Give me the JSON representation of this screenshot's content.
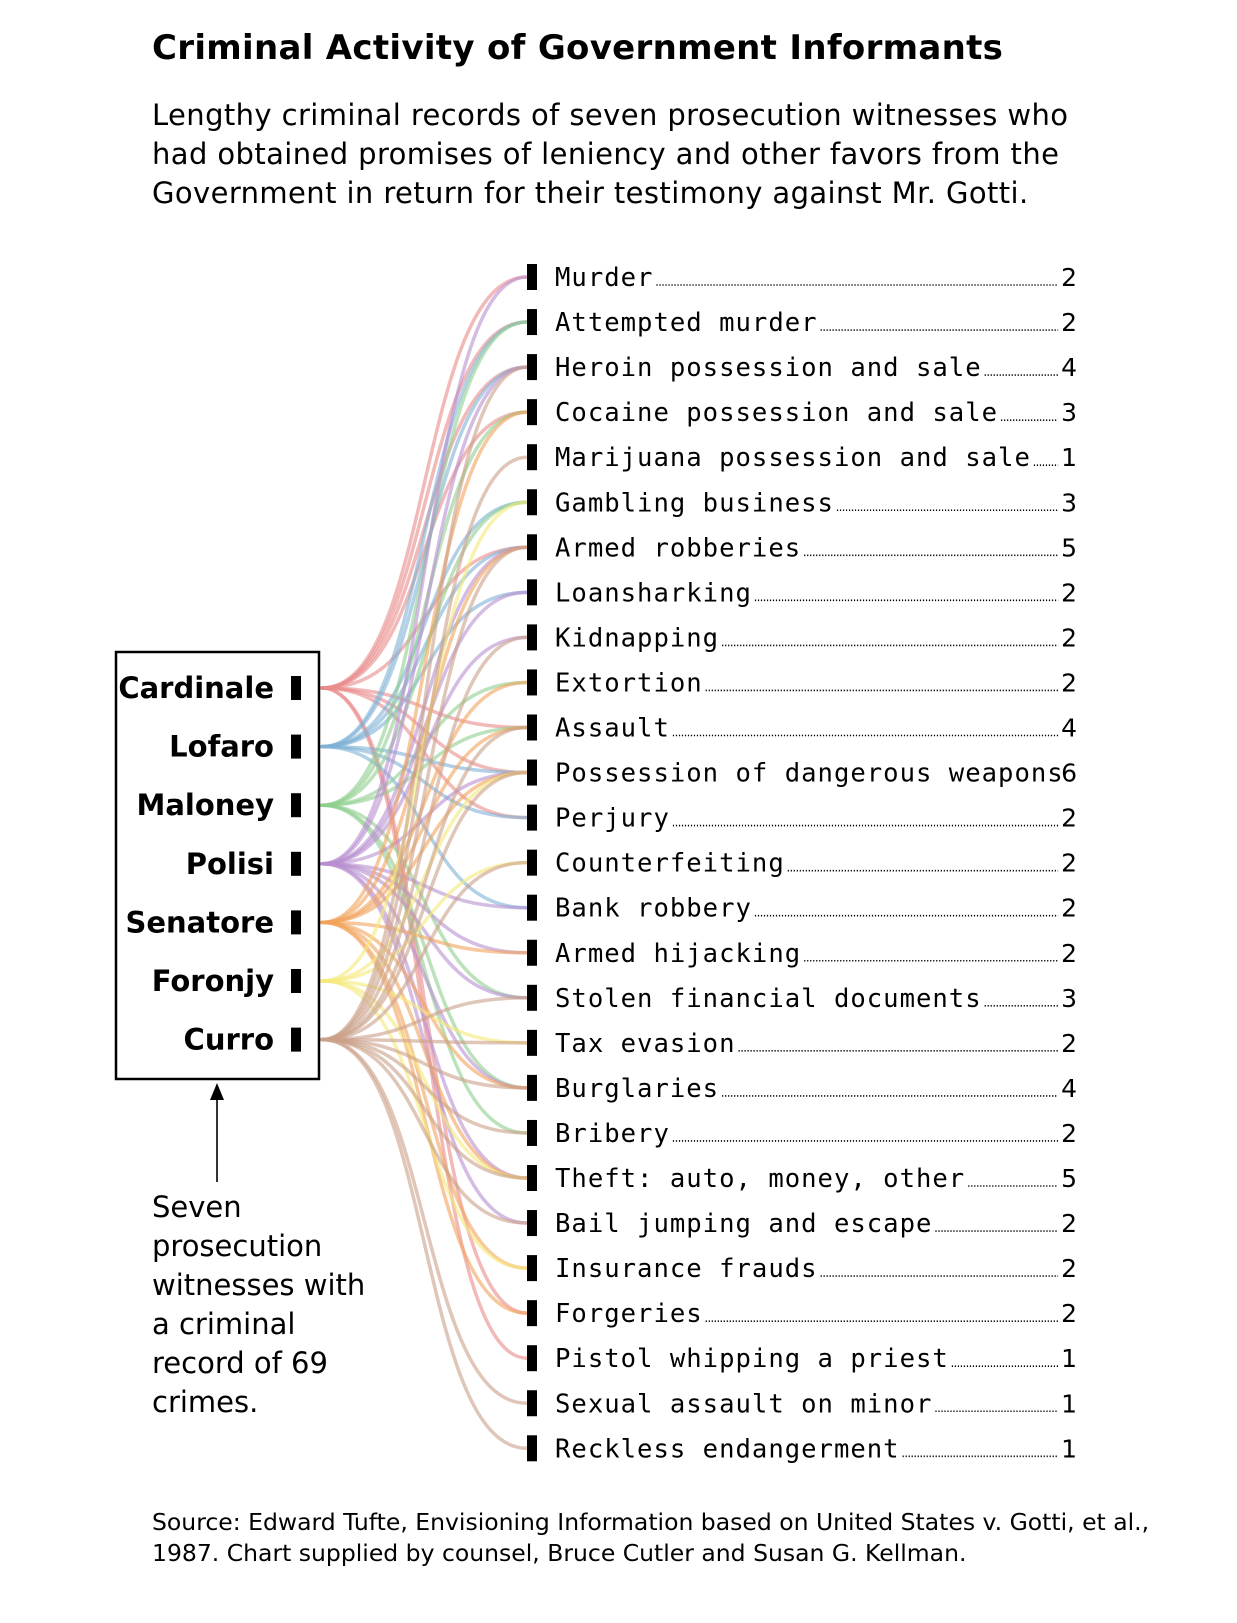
{
  "title": "Criminal Activity of Government Informants",
  "subtitle": "Lengthy criminal records of seven prosecution witnesses who had obtained promises of leniency and other favors from the Government in return for their testimony against Mr. Gotti.",
  "witnesses": [
    {
      "name": "Cardinale",
      "color": "#e98a8a"
    },
    {
      "name": "Lofaro",
      "color": "#7fb0d6"
    },
    {
      "name": "Maloney",
      "color": "#8fcf8f"
    },
    {
      "name": "Polisi",
      "color": "#b88fd0"
    },
    {
      "name": "Senatore",
      "color": "#f1a35c"
    },
    {
      "name": "Foronjy",
      "color": "#f5e97a"
    },
    {
      "name": "Curro",
      "color": "#c9a088"
    }
  ],
  "crimes": [
    {
      "label": "Murder",
      "count": "2"
    },
    {
      "label": "Attempted murder",
      "count": "2"
    },
    {
      "label": "Heroin possession and sale",
      "count": "4"
    },
    {
      "label": "Cocaine possession and sale",
      "count": "3"
    },
    {
      "label": "Marijuana possession and sale",
      "count": "1"
    },
    {
      "label": "Gambling business",
      "count": "3"
    },
    {
      "label": "Armed robberies",
      "count": "5"
    },
    {
      "label": "Loansharking",
      "count": "2"
    },
    {
      "label": "Kidnapping",
      "count": "2"
    },
    {
      "label": "Extortion",
      "count": "2"
    },
    {
      "label": "Assault",
      "count": "4"
    },
    {
      "label": "Possession of dangerous weapons",
      "count": "6"
    },
    {
      "label": "Perjury",
      "count": "2"
    },
    {
      "label": "Counterfeiting",
      "count": "2"
    },
    {
      "label": "Bank robbery",
      "count": "2"
    },
    {
      "label": "Armed hijacking",
      "count": "2"
    },
    {
      "label": "Stolen financial documents",
      "count": "3"
    },
    {
      "label": "Tax evasion",
      "count": "2"
    },
    {
      "label": "Burglaries",
      "count": "4"
    },
    {
      "label": "Bribery",
      "count": "2"
    },
    {
      "label": "Theft: auto, money, other",
      "count": "5"
    },
    {
      "label": "Bail jumping and escape",
      "count": "2"
    },
    {
      "label": "Insurance frauds",
      "count": "2"
    },
    {
      "label": "Forgeries",
      "count": "2"
    },
    {
      "label": "Pistol whipping a priest",
      "count": "1"
    },
    {
      "label": "Sexual assault on minor",
      "count": "1"
    },
    {
      "label": "Reckless endangerment",
      "count": "1"
    }
  ],
  "links": [
    [
      0,
      0
    ],
    [
      0,
      1
    ],
    [
      0,
      2
    ],
    [
      0,
      3
    ],
    [
      0,
      6
    ],
    [
      0,
      10
    ],
    [
      0,
      11
    ],
    [
      0,
      12
    ],
    [
      0,
      23
    ],
    [
      0,
      24
    ],
    [
      1,
      1
    ],
    [
      1,
      2
    ],
    [
      1,
      5
    ],
    [
      1,
      6
    ],
    [
      1,
      7
    ],
    [
      1,
      11
    ],
    [
      1,
      12
    ],
    [
      1,
      14
    ],
    [
      2,
      1
    ],
    [
      2,
      3
    ],
    [
      2,
      5
    ],
    [
      2,
      9
    ],
    [
      2,
      10
    ],
    [
      2,
      16
    ],
    [
      2,
      18
    ],
    [
      2,
      19
    ],
    [
      3,
      0
    ],
    [
      3,
      2
    ],
    [
      3,
      6
    ],
    [
      3,
      7
    ],
    [
      3,
      8
    ],
    [
      3,
      11
    ],
    [
      3,
      14
    ],
    [
      3,
      15
    ],
    [
      3,
      16
    ],
    [
      3,
      18
    ],
    [
      3,
      20
    ],
    [
      3,
      21
    ],
    [
      4,
      3
    ],
    [
      4,
      6
    ],
    [
      4,
      9
    ],
    [
      4,
      10
    ],
    [
      4,
      11
    ],
    [
      4,
      15
    ],
    [
      4,
      18
    ],
    [
      4,
      20
    ],
    [
      4,
      22
    ],
    [
      4,
      23
    ],
    [
      5,
      5
    ],
    [
      5,
      11
    ],
    [
      5,
      13
    ],
    [
      5,
      17
    ],
    [
      5,
      20
    ],
    [
      5,
      22
    ],
    [
      6,
      2
    ],
    [
      6,
      4
    ],
    [
      6,
      6
    ],
    [
      6,
      8
    ],
    [
      6,
      10
    ],
    [
      6,
      11
    ],
    [
      6,
      13
    ],
    [
      6,
      16
    ],
    [
      6,
      17
    ],
    [
      6,
      18
    ],
    [
      6,
      19
    ],
    [
      6,
      20
    ],
    [
      6,
      21
    ],
    [
      6,
      25
    ],
    [
      6,
      26
    ]
  ],
  "note": "Seven prosecution witnesses with a criminal record of 69 crimes.",
  "source": "Source: Edward Tufte, Envisioning Information based on United States v. Gotti, et al., 1987. Chart supplied by counsel, Bruce Cutler and Susan G. Kellman."
}
